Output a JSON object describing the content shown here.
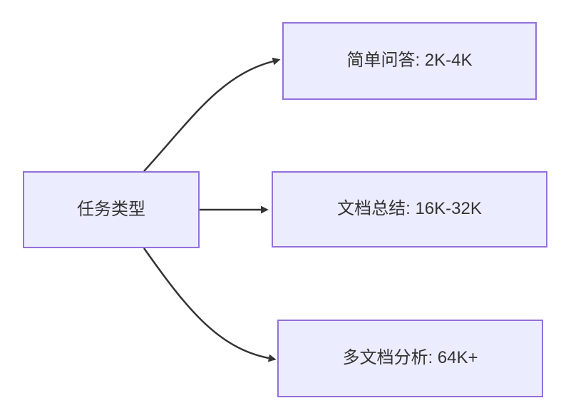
{
  "diagram": {
    "type": "flowchart-left-to-right",
    "root_node": {
      "label": "任务类型"
    },
    "branch_nodes": [
      {
        "label": "简单问答: 2K-4K"
      },
      {
        "label": "文档总结: 16K-32K"
      },
      {
        "label": "多文档分析: 64K+"
      }
    ],
    "edges": [
      {
        "from": "任务类型",
        "to": "简单问答: 2K-4K",
        "style": "arrow"
      },
      {
        "from": "任务类型",
        "to": "文档总结: 16K-32K",
        "style": "arrow"
      },
      {
        "from": "任务类型",
        "to": "多文档分析: 64K+",
        "style": "arrow"
      }
    ],
    "colors": {
      "node_fill": "#ECECFF",
      "node_border": "#9370DB",
      "edge_line": "#333333",
      "text": "#333333",
      "canvas_background": "#FFFFFF"
    }
  }
}
